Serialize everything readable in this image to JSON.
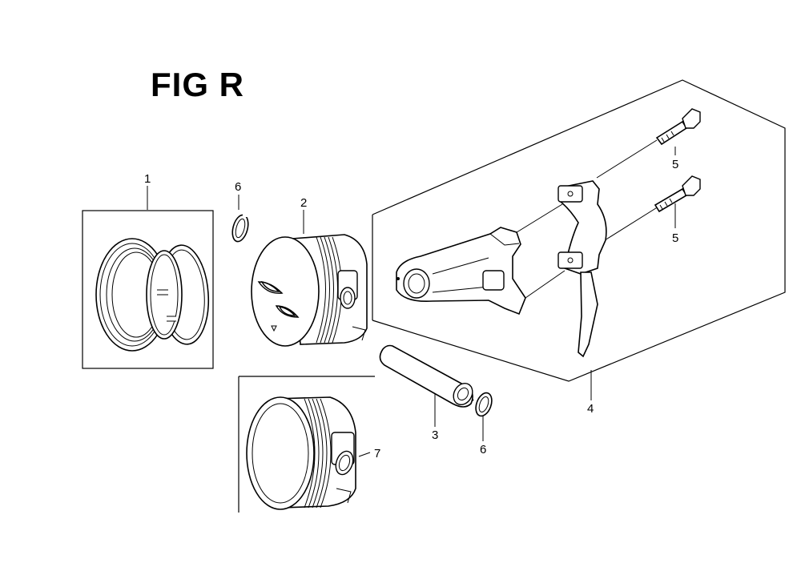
{
  "title": "FIG R",
  "callouts": {
    "ring_set": "1",
    "piston": "2",
    "piston_pin": "3",
    "connecting_rod": "4",
    "rod_bolt_top": "5",
    "rod_bolt_bottom": "5",
    "pin_clip_left": "6",
    "pin_clip_right": "6",
    "piston_alt_part": "7"
  }
}
